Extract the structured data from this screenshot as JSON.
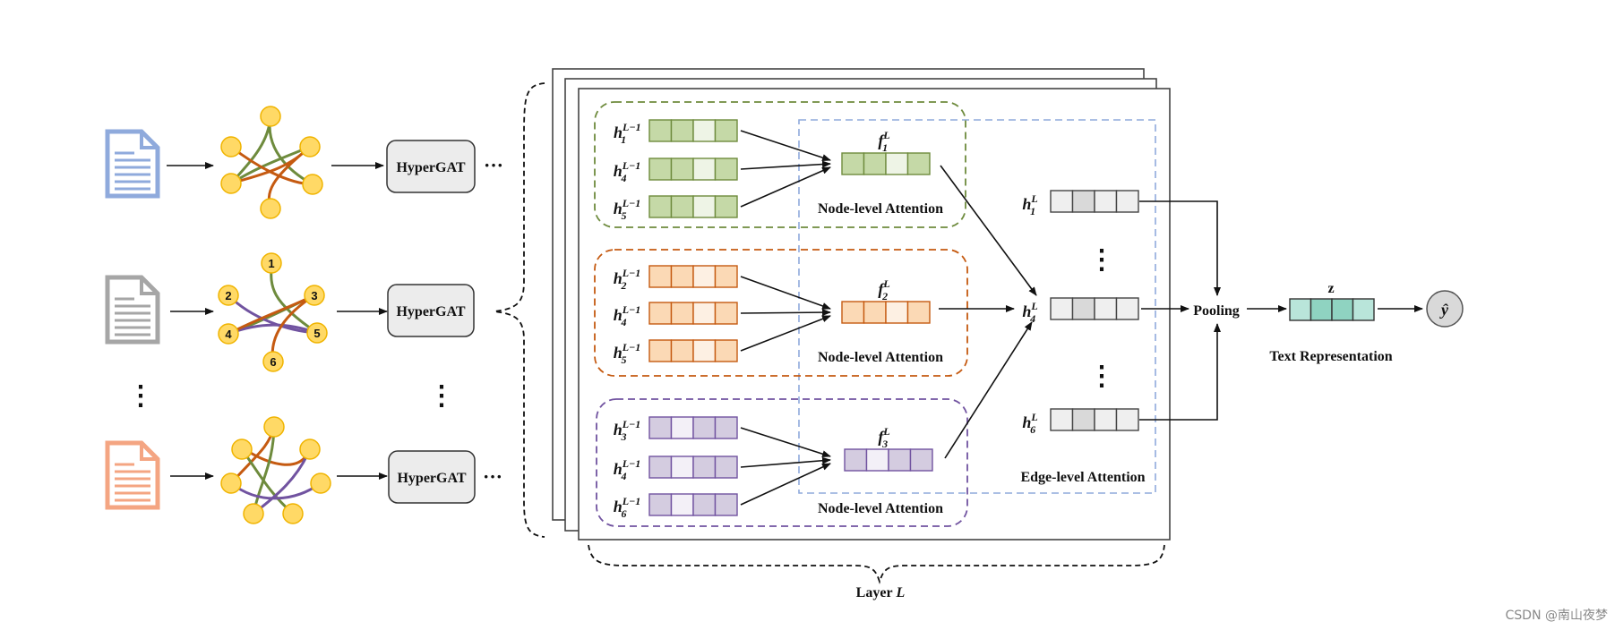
{
  "colors": {
    "doc_blue": "#8faadc",
    "doc_gray": "#a6a6a6",
    "doc_orange": "#f4a582",
    "node_yellow": "#ffd966",
    "node_stroke": "#f0b400",
    "edge_green": "#6e8b3d",
    "edge_orange": "#c55a11",
    "edge_purple": "#7153a0",
    "green_cell": "#c5d9a7",
    "orange_cell": "#fbd9b5",
    "purple_cell": "#d4cce0",
    "teal_cell": "#8fd3c1",
    "gray_cell": "#d9d9d9",
    "dash_blue": "#8faadc"
  },
  "icons": [
    "document-icon-blue",
    "document-icon-gray",
    "document-icon-orange"
  ],
  "modules": {
    "hypergat_label": "HyperGAT",
    "ellipsis": "···",
    "vdots": "⋮"
  },
  "hypergraph2": {
    "node_labels": [
      "1",
      "2",
      "3",
      "4",
      "5",
      "6"
    ]
  },
  "group1": {
    "rows": [
      {
        "base": "h",
        "sub": "1",
        "sup": "L−1"
      },
      {
        "base": "h",
        "sub": "4",
        "sup": "L−1"
      },
      {
        "base": "h",
        "sub": "5",
        "sup": "L−1"
      }
    ],
    "out": {
      "base": "f",
      "sub": "1",
      "sup": "L"
    },
    "caption": "Node-level Attention"
  },
  "group2": {
    "rows": [
      {
        "base": "h",
        "sub": "2",
        "sup": "L−1"
      },
      {
        "base": "h",
        "sub": "4",
        "sup": "L−1"
      },
      {
        "base": "h",
        "sub": "5",
        "sup": "L−1"
      }
    ],
    "out": {
      "base": "f",
      "sub": "2",
      "sup": "L"
    },
    "caption": "Node-level Attention"
  },
  "group3": {
    "rows": [
      {
        "base": "h",
        "sub": "3",
        "sup": "L−1"
      },
      {
        "base": "h",
        "sub": "4",
        "sup": "L−1"
      },
      {
        "base": "h",
        "sub": "6",
        "sup": "L−1"
      }
    ],
    "out": {
      "base": "f",
      "sub": "3",
      "sup": "L"
    },
    "caption": "Node-level Attention"
  },
  "edge": {
    "rows": [
      {
        "base": "h",
        "sub": "1",
        "sup": "L"
      },
      {
        "base": "h",
        "sub": "4",
        "sup": "L"
      },
      {
        "base": "h",
        "sub": "6",
        "sup": "L"
      }
    ],
    "caption": "Edge-level Attention"
  },
  "pooling_label": "Pooling",
  "z_label": "z",
  "text_repr_label": "Text Representation",
  "yhat_label": "ŷ",
  "layer_label": "Layer",
  "layer_italic": "L",
  "watermark": "CSDN @南山夜梦"
}
